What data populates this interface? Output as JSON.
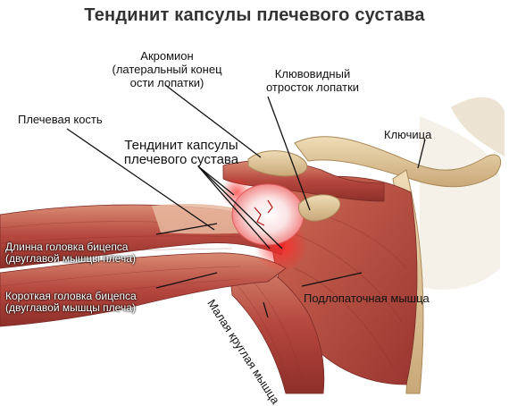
{
  "title": "Тендинит капсулы плечевого сустава",
  "labels": {
    "acromion": [
      "Акромион",
      "(латеральный конец",
      "ости лопатки)"
    ],
    "coracoid": [
      "Клювовидный",
      "отросток лопатки"
    ],
    "humerus": "Плечевая кость",
    "clavicle": "Ключица",
    "tendinitis": [
      "Тендинит капсулы",
      "плечевого сустава"
    ],
    "biceps_long": [
      "Длинна головка бицепса",
      "(двуглавой мышцы плеча)"
    ],
    "biceps_short": [
      "Короткая головка бицепса",
      "(двуглавой мышцы плеча)"
    ],
    "subscapularis": "Подлопаточная мышца",
    "teres_minor": "Малая круглая мышца"
  },
  "colors": {
    "muscle": "#b5473e",
    "muscle_light": "#d87a66",
    "bone": "#d9bf95",
    "inflammation": "#ff3a3a",
    "title": "#333333"
  }
}
